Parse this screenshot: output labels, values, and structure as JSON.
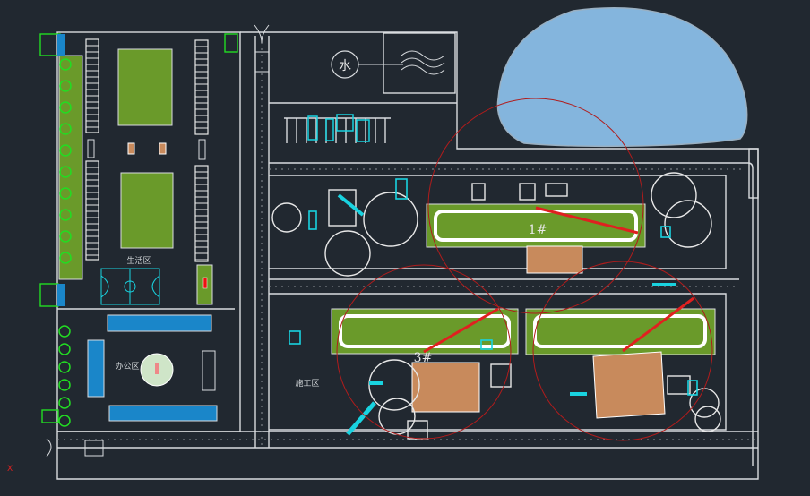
{
  "drawing": {
    "zones": {
      "living": "生活区",
      "office": "办公区",
      "construction": "施工区"
    },
    "buildings": {
      "b1": "1#",
      "b3": "3#"
    },
    "water_symbol": "水",
    "axis_marker": "X"
  },
  "colors": {
    "background": "#212830",
    "lines": "#d9dcdf",
    "lawn": "#6a9a2a",
    "water": "#84b5dd",
    "crane_radius": "#b01c1c",
    "office_blue": "#1a86c9",
    "temp_building": "#c88a5c",
    "equipment": "#19d3e0",
    "tree": "#22dd22"
  }
}
